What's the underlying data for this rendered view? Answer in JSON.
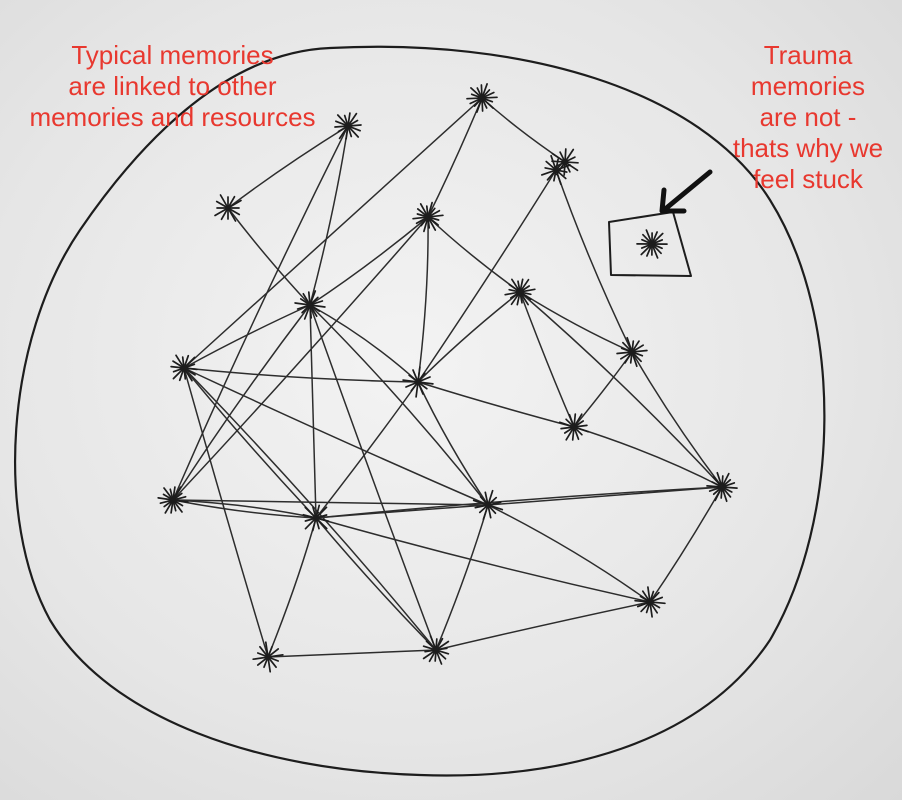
{
  "annotations": {
    "typical": [
      "Typical memories",
      "are linked to other",
      "memories and resources"
    ],
    "trauma": [
      "Trauma",
      "memories",
      "are not -",
      "thats why we",
      "feel stuck"
    ]
  },
  "colors": {
    "annotation": "#e8382f",
    "ink": "#1d1d1d",
    "paper": "#eeeeee"
  },
  "icons": {
    "arrow": "arrow-pointing-to-isolated-memory",
    "node": "asterisk-star"
  },
  "diagram": {
    "memories": [
      "typical-1",
      "typical-2",
      "typical-3",
      "typical-4",
      "typical-5",
      "typical-6",
      "typical-7",
      "typical-8",
      "typical-9",
      "typical-10",
      "typical-11",
      "typical-12",
      "typical-13",
      "typical-14",
      "typical-15",
      "typical-16",
      "typical-17",
      "trauma-isolated"
    ],
    "links": [
      [
        "typical-1",
        "typical-2"
      ],
      [
        "typical-1",
        "typical-5"
      ],
      [
        "typical-2",
        "typical-5"
      ],
      [
        "typical-2",
        "typical-12"
      ],
      [
        "typical-3",
        "typical-6"
      ],
      [
        "typical-3",
        "typical-11"
      ],
      [
        "typical-3",
        "typical-4"
      ],
      [
        "typical-4",
        "typical-10"
      ],
      [
        "typical-10",
        "typical-7"
      ],
      [
        "typical-10",
        "typical-8"
      ],
      [
        "typical-5",
        "typical-6"
      ],
      [
        "typical-5",
        "typical-7"
      ],
      [
        "typical-5",
        "typical-11"
      ],
      [
        "typical-5",
        "typical-13"
      ],
      [
        "typical-5",
        "typical-16"
      ],
      [
        "typical-6",
        "typical-9"
      ],
      [
        "typical-6",
        "typical-12"
      ],
      [
        "typical-6",
        "typical-7"
      ],
      [
        "typical-7",
        "typical-9"
      ],
      [
        "typical-7",
        "typical-11"
      ],
      [
        "typical-7",
        "typical-13"
      ],
      [
        "typical-7",
        "typical-16"
      ],
      [
        "typical-8",
        "typical-9"
      ],
      [
        "typical-8",
        "typical-14"
      ],
      [
        "typical-8",
        "typical-15"
      ],
      [
        "typical-9",
        "typical-14"
      ],
      [
        "typical-9",
        "typical-15"
      ],
      [
        "typical-11",
        "typical-16"
      ],
      [
        "typical-11",
        "typical-13"
      ],
      [
        "typical-12",
        "typical-13"
      ],
      [
        "typical-12",
        "typical-16"
      ],
      [
        "typical-13",
        "typical-17"
      ],
      [
        "typical-13",
        "typical-15"
      ],
      [
        "typical-13",
        "typical-16"
      ],
      [
        "typical-13",
        "typical-12"
      ],
      [
        "typical-16",
        "typical-17"
      ],
      [
        "typical-16",
        "typical-15"
      ],
      [
        "typical-17",
        "typical-15"
      ],
      [
        "typical-14",
        "typical-15"
      ],
      [
        "typical-5",
        "typical-12"
      ]
    ]
  }
}
